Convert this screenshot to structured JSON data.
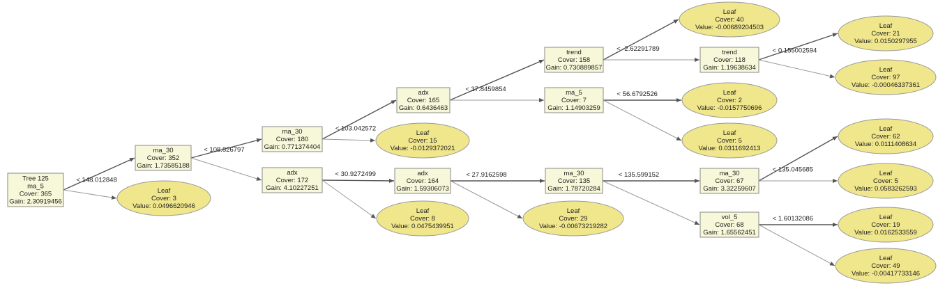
{
  "tree_title": "Tree 125",
  "nodes": [
    {
      "id": "root",
      "kind": "split",
      "lines": [
        "Tree 125",
        "ma_5",
        "Cover: 365",
        "Gain: 2.30919456"
      ]
    },
    {
      "id": "n1",
      "kind": "split",
      "lines": [
        "ma_30",
        "Cover: 352",
        "Gain: 1.73585188"
      ]
    },
    {
      "id": "l1",
      "kind": "leaf",
      "lines": [
        "Leaf",
        "Cover: 3",
        "Value: 0.0496620946"
      ]
    },
    {
      "id": "n2",
      "kind": "split",
      "lines": [
        "ma_30",
        "Cover: 180",
        "Gain: 0.771374404"
      ]
    },
    {
      "id": "n3",
      "kind": "split",
      "lines": [
        "adx",
        "Cover: 172",
        "Gain: 4.10227251"
      ]
    },
    {
      "id": "n4",
      "kind": "split",
      "lines": [
        "adx",
        "Cover: 165",
        "Gain: 0.6436463"
      ]
    },
    {
      "id": "l2",
      "kind": "leaf",
      "lines": [
        "Leaf",
        "Cover: 15",
        "Value: -0.0129372021"
      ]
    },
    {
      "id": "n5",
      "kind": "split",
      "lines": [
        "adx",
        "Cover: 164",
        "Gain: 1.59306073"
      ]
    },
    {
      "id": "l3",
      "kind": "leaf",
      "lines": [
        "Leaf",
        "Cover: 8",
        "Value: 0.0475439951"
      ]
    },
    {
      "id": "n6",
      "kind": "split",
      "lines": [
        "trend",
        "Cover: 158",
        "Gain: 0.730889857"
      ]
    },
    {
      "id": "n7",
      "kind": "split",
      "lines": [
        "ma_5",
        "Cover: 7",
        "Gain: 1.14903259"
      ]
    },
    {
      "id": "n8",
      "kind": "split",
      "lines": [
        "ma_30",
        "Cover: 135",
        "Gain: 1.78720284"
      ]
    },
    {
      "id": "l4",
      "kind": "leaf",
      "lines": [
        "Leaf",
        "Cover: 29",
        "Value: -0.00673219282"
      ]
    },
    {
      "id": "l5",
      "kind": "leaf",
      "lines": [
        "Leaf",
        "Cover: 40",
        "Value: -0.00689204503"
      ]
    },
    {
      "id": "n9",
      "kind": "split",
      "lines": [
        "trend",
        "Cover: 118",
        "Gain: 1.19638634"
      ]
    },
    {
      "id": "l6",
      "kind": "leaf",
      "lines": [
        "Leaf",
        "Cover: 2",
        "Value: -0.0157750696"
      ]
    },
    {
      "id": "l7",
      "kind": "leaf",
      "lines": [
        "Leaf",
        "Cover: 5",
        "Value: 0.0311692413"
      ]
    },
    {
      "id": "n10",
      "kind": "split",
      "lines": [
        "ma_30",
        "Cover: 67",
        "Gain: 3.32259607"
      ]
    },
    {
      "id": "n11",
      "kind": "split",
      "lines": [
        "vol_5",
        "Cover: 68",
        "Gain: 1.65562451"
      ]
    },
    {
      "id": "l8",
      "kind": "leaf",
      "lines": [
        "Leaf",
        "Cover: 21",
        "Value: 0.0150297955"
      ]
    },
    {
      "id": "l9",
      "kind": "leaf",
      "lines": [
        "Leaf",
        "Cover: 97",
        "Value: -0.00046337361"
      ]
    },
    {
      "id": "l10",
      "kind": "leaf",
      "lines": [
        "Leaf",
        "Cover: 62",
        "Value: 0.0111408634"
      ]
    },
    {
      "id": "l11",
      "kind": "leaf",
      "lines": [
        "Leaf",
        "Cover: 5",
        "Value: 0.0583262593"
      ]
    },
    {
      "id": "l12",
      "kind": "leaf",
      "lines": [
        "Leaf",
        "Cover: 19",
        "Value: 0.0162533559"
      ]
    },
    {
      "id": "l13",
      "kind": "leaf",
      "lines": [
        "Leaf",
        "Cover: 49",
        "Value: -0.00417733146"
      ]
    }
  ],
  "edges": [
    {
      "from": "root",
      "to": "n1",
      "label": "< 148.012848"
    },
    {
      "from": "root",
      "to": "l1",
      "label": ""
    },
    {
      "from": "n1",
      "to": "n2",
      "label": "< 108.826797"
    },
    {
      "from": "n1",
      "to": "n3",
      "label": ""
    },
    {
      "from": "n2",
      "to": "n4",
      "label": "< 103.042572"
    },
    {
      "from": "n2",
      "to": "l2",
      "label": ""
    },
    {
      "from": "n3",
      "to": "n5",
      "label": "< 30.9272499"
    },
    {
      "from": "n3",
      "to": "l3",
      "label": ""
    },
    {
      "from": "n4",
      "to": "n6",
      "label": "< 37.8459854"
    },
    {
      "from": "n4",
      "to": "n7",
      "label": ""
    },
    {
      "from": "n5",
      "to": "n8",
      "label": "< 27.9162598"
    },
    {
      "from": "n5",
      "to": "l4",
      "label": ""
    },
    {
      "from": "n6",
      "to": "l5",
      "label": "< -2.62291789"
    },
    {
      "from": "n6",
      "to": "n9",
      "label": ""
    },
    {
      "from": "n7",
      "to": "l6",
      "label": "< 56.6792526"
    },
    {
      "from": "n7",
      "to": "l7",
      "label": ""
    },
    {
      "from": "n8",
      "to": "n10",
      "label": "< 135.599152"
    },
    {
      "from": "n8",
      "to": "n11",
      "label": ""
    },
    {
      "from": "n9",
      "to": "l8",
      "label": "< 0.155002594"
    },
    {
      "from": "n9",
      "to": "l9",
      "label": ""
    },
    {
      "from": "n10",
      "to": "l10",
      "label": "< 135.045685"
    },
    {
      "from": "n10",
      "to": "l11",
      "label": ""
    },
    {
      "from": "n11",
      "to": "l12",
      "label": "< 1.60132086"
    },
    {
      "from": "n11",
      "to": "l13",
      "label": ""
    }
  ],
  "colors": {
    "split_fill": "#f7f7d9",
    "leaf_fill": "#f0e68c",
    "edge": "#666666"
  }
}
